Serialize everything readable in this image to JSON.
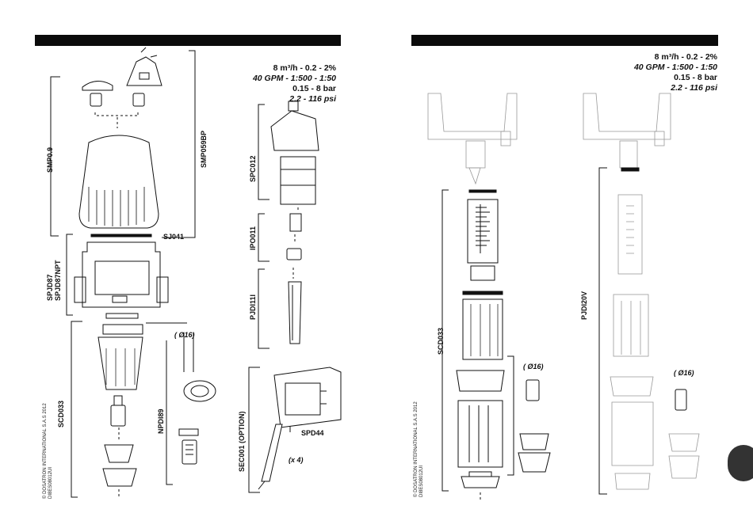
{
  "left_page": {
    "spec": {
      "line1": "8 m³/h  -  0.2  -  2%",
      "line2": "40 GPM - 1:500 - 1:50",
      "line3": "0.15 - 8 bar",
      "line4": "2.2 - 116 psi"
    },
    "labels": {
      "smp": "SMP0.9",
      "smpbp": "SMP059BP",
      "sj041": "SJ041",
      "spjd87": "SPJD87",
      "spjd87npt": "SPJD87NPT",
      "scd033": "SCD033",
      "npd": "NPDI89",
      "phi": "( Ø16)",
      "spc": "SPC012",
      "ipo": "IPO011",
      "pjd": "PJDI11I",
      "sec": "SEC001 (OPTION)",
      "spd44": "SPD44",
      "x4": "(x 4)"
    },
    "copyright": {
      "line1": "© DOSATRON INTERNATIONAL S.A.S 2012",
      "line2": "DI8ES08012UI"
    }
  },
  "right_page": {
    "spec": {
      "line1": "8 m³/h  -  0.2  -  2%",
      "line2": "40 GPM - 1:500 - 1:50",
      "line3": "0.15 - 8 bar",
      "line4": "2.2 - 116 psi"
    },
    "labels": {
      "scd033": "SCD033",
      "pjd": "PJDI20V",
      "phi1": "( Ø16)",
      "phi2": "( Ø16)"
    },
    "copyright": {
      "line1": "© DOSATRON INTERNATIONAL S.A.S 2012",
      "line2": "DI8ES08012UI"
    }
  }
}
